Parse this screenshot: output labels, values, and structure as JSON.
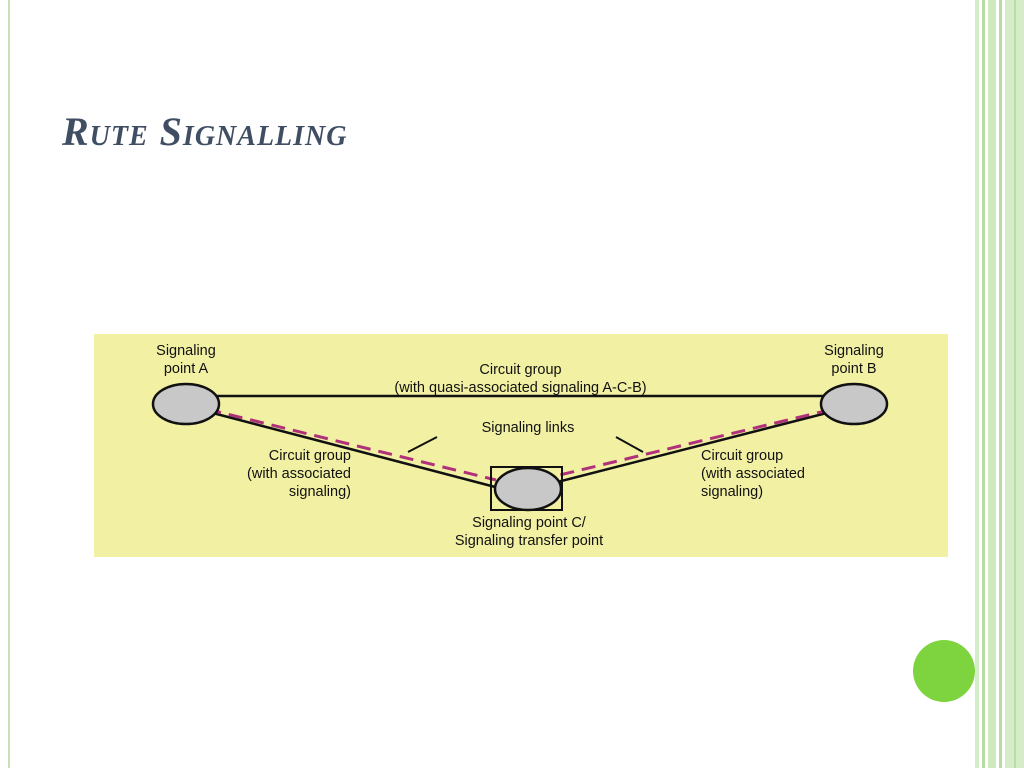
{
  "slide": {
    "title": "Rute Signalling"
  },
  "diagram": {
    "point_a": {
      "line1": "Signaling",
      "line2": "point A"
    },
    "point_b": {
      "line1": "Signaling",
      "line2": "point B"
    },
    "top_circuit": {
      "line1": "Circuit group",
      "line2": "(with quasi-associated signaling A-C-B)"
    },
    "signaling_links": "Signaling links",
    "left_circuit": {
      "line1": "Circuit group",
      "line2": "(with associated",
      "line3": "signaling)"
    },
    "right_circuit": {
      "line1": "Circuit group",
      "line2": "(with associated",
      "line3": "signaling)"
    },
    "point_c": {
      "line1": "Signaling point C/",
      "line2": "Signaling transfer point"
    },
    "colors": {
      "panel": "#f2f1a3",
      "node_fill": "#c8c8c8",
      "signaling_link": "#b0307a",
      "circuit_line": "#111111"
    }
  },
  "accent": {
    "color": "#7ed43f"
  }
}
